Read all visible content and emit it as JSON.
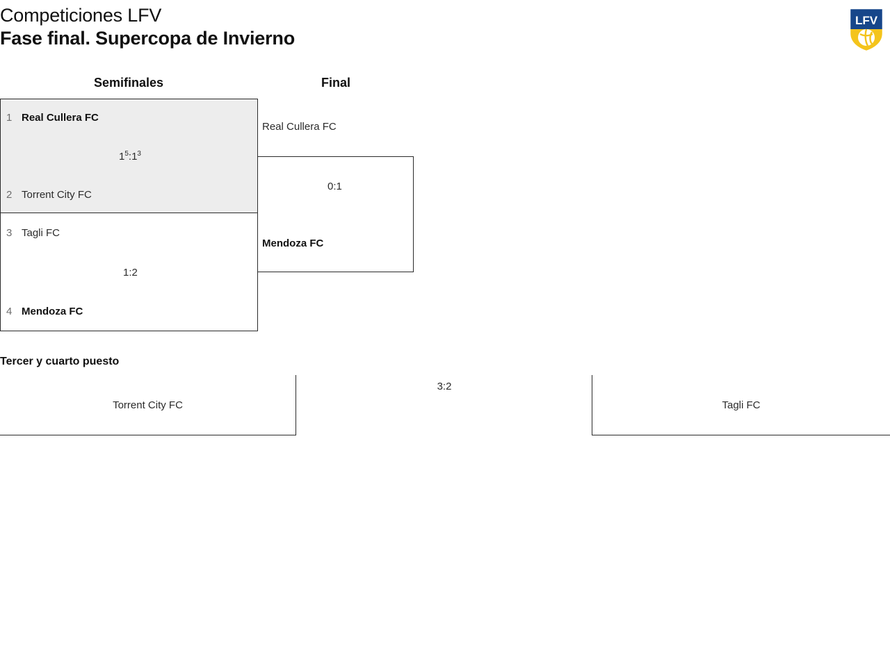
{
  "header": {
    "title": "Competiciones LFV",
    "subtitle": "Fase final. Supercopa de Invierno",
    "logo": {
      "name": "lfv-shield-logo",
      "text": "LFV",
      "top_color": "#17468a",
      "bottom_color": "#f4c41c",
      "ball_color": "#ffffff"
    }
  },
  "bracket": {
    "rounds": [
      {
        "label": "Semifinales"
      },
      {
        "label": "Final"
      }
    ],
    "semifinals": [
      {
        "highlighted": true,
        "score": {
          "home": "1",
          "home_sup": "5",
          "separator": ":",
          "away": "1",
          "away_sup": "3"
        },
        "teams": [
          {
            "seed": "1",
            "name": "Real Cullera FC",
            "winner": true
          },
          {
            "seed": "2",
            "name": "Torrent City FC",
            "winner": false
          }
        ]
      },
      {
        "highlighted": false,
        "score": {
          "home": "1",
          "home_sup": "",
          "separator": ":",
          "away": "2",
          "away_sup": ""
        },
        "teams": [
          {
            "seed": "3",
            "name": "Tagli FC",
            "winner": false
          },
          {
            "seed": "4",
            "name": "Mendoza FC",
            "winner": true
          }
        ]
      }
    ],
    "final": {
      "score": "0:1",
      "teams": [
        {
          "name": "Real Cullera FC",
          "winner": false
        },
        {
          "name": "Mendoza FC",
          "winner": true
        }
      ]
    }
  },
  "third_place": {
    "heading": "Tercer y cuarto puesto",
    "score": "3:2",
    "teams": [
      {
        "name": "Torrent City FC",
        "winner": true
      },
      {
        "name": "Tagli FC",
        "winner": false
      }
    ]
  }
}
